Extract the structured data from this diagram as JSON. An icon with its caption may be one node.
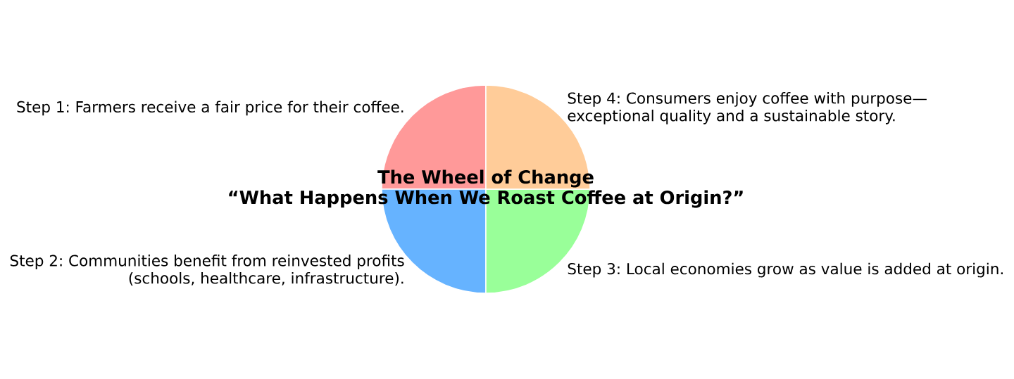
{
  "diagram": {
    "title": "The Wheel of Change",
    "nodes": [
      {
        "text": [],
        "shape": "wedge",
        "beside": [
          "Step 1: Farmers receive a fair price for their coffee."
        ]
      },
      {
        "text": [],
        "shape": "wedge",
        "beside": [
          "Step 2: Communities benefit from reinvested profits (schools, healthcare, infrastructure)."
        ]
      },
      {
        "text": [],
        "shape": "wedge",
        "beside": [
          "Step 3: Local economies grow as value is added at origin."
        ]
      },
      {
        "text": [],
        "shape": "wedge",
        "beside": [
          "Step 4: Consumers enjoy coffee with purpose— exceptional quality and a sustainable story."
        ]
      }
    ],
    "labels": [
      "“What Happens When We Roast Coffee at Origin?”"
    ]
  }
}
